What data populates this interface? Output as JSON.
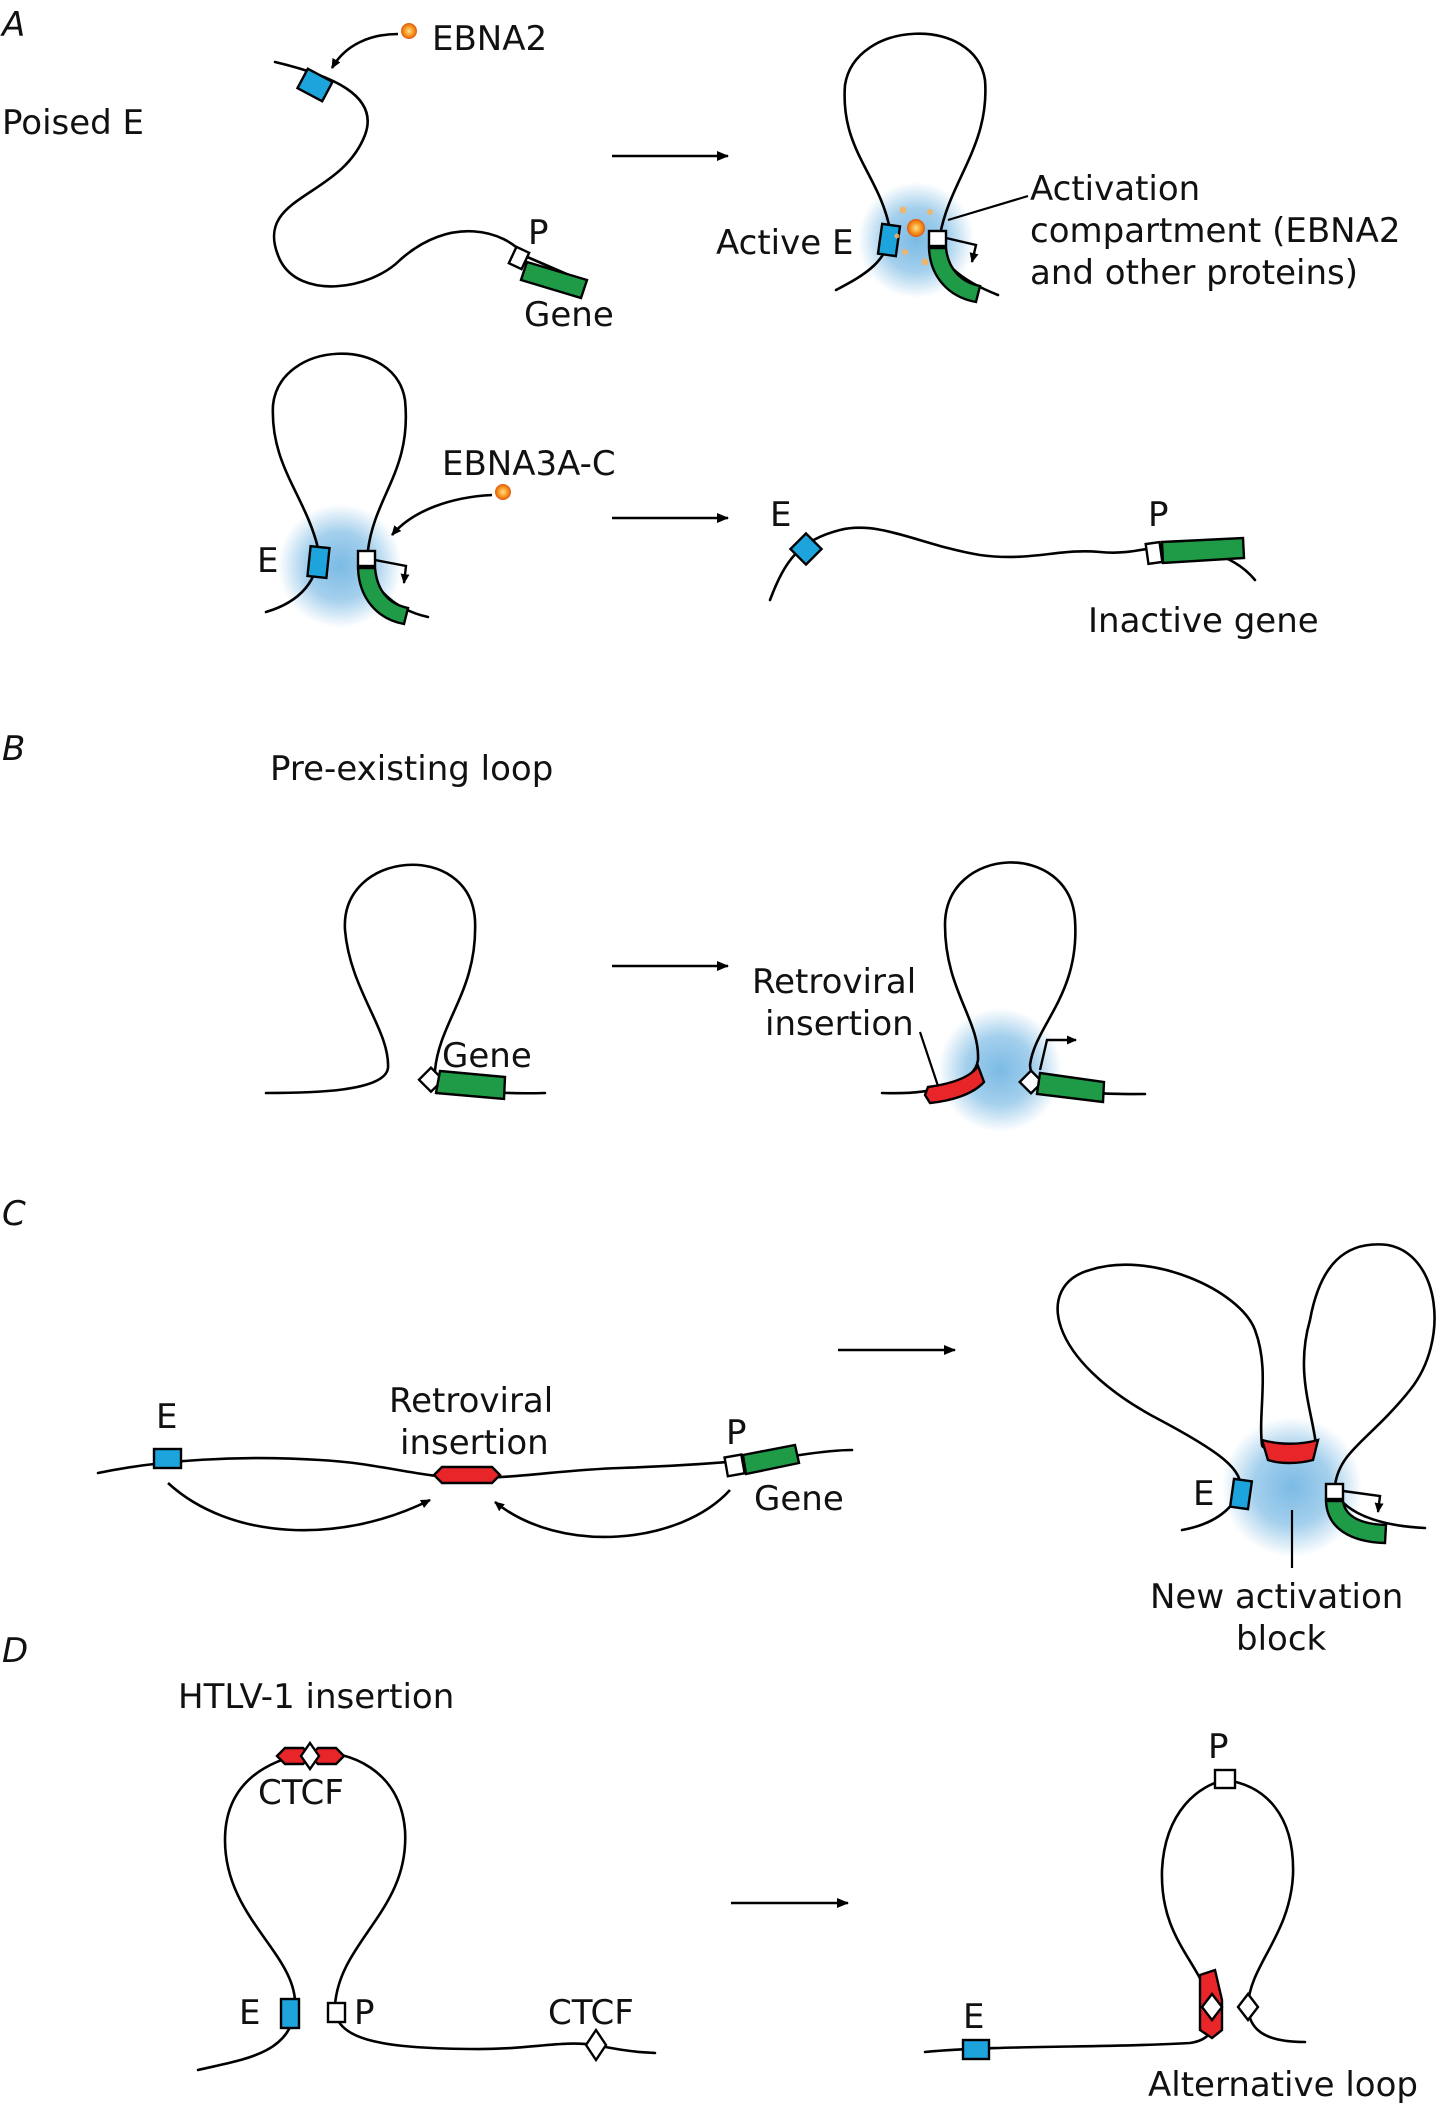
{
  "colors": {
    "enhancer": "#1ea4dc",
    "gene": "#1f9a47",
    "insertion": "#e8262a",
    "glow": "#5aa9de",
    "protein": "#f7941d"
  },
  "panels": {
    "a": {
      "letter": "A",
      "poised_label": "Poised E",
      "ebna2_label": "EBNA2",
      "p_label": "P",
      "gene_label": "Gene",
      "active_e_label": "Active E",
      "compartment_line1": "Activation",
      "compartment_line2": "compartment (EBNA2",
      "compartment_line3": "and other proteins)",
      "e_label_loop": "E",
      "ebna3_label": "EBNA3A-C",
      "e_label_linear": "E",
      "p_label_linear": "P",
      "inactive_label": "Inactive gene"
    },
    "b": {
      "letter": "B",
      "preexisting_label": "Pre-existing loop",
      "gene_label": "Gene",
      "retro_line1": "Retroviral",
      "retro_line2": "insertion"
    },
    "c": {
      "letter": "C",
      "e_label": "E",
      "retro_line1": "Retroviral",
      "retro_line2": "insertion",
      "p_label": "P",
      "gene_label": "Gene",
      "e_label_right": "E",
      "new_line1": "New activation",
      "new_line2": "block"
    },
    "d": {
      "letter": "D",
      "htlv_label": "HTLV-1 insertion",
      "ctcf_top_label": "CTCF",
      "e_label": "E",
      "p_label": "P",
      "ctcf_right_label": "CTCF",
      "p_top_label": "P",
      "e_label_right": "E",
      "alt_loop_label": "Alternative loop"
    }
  }
}
